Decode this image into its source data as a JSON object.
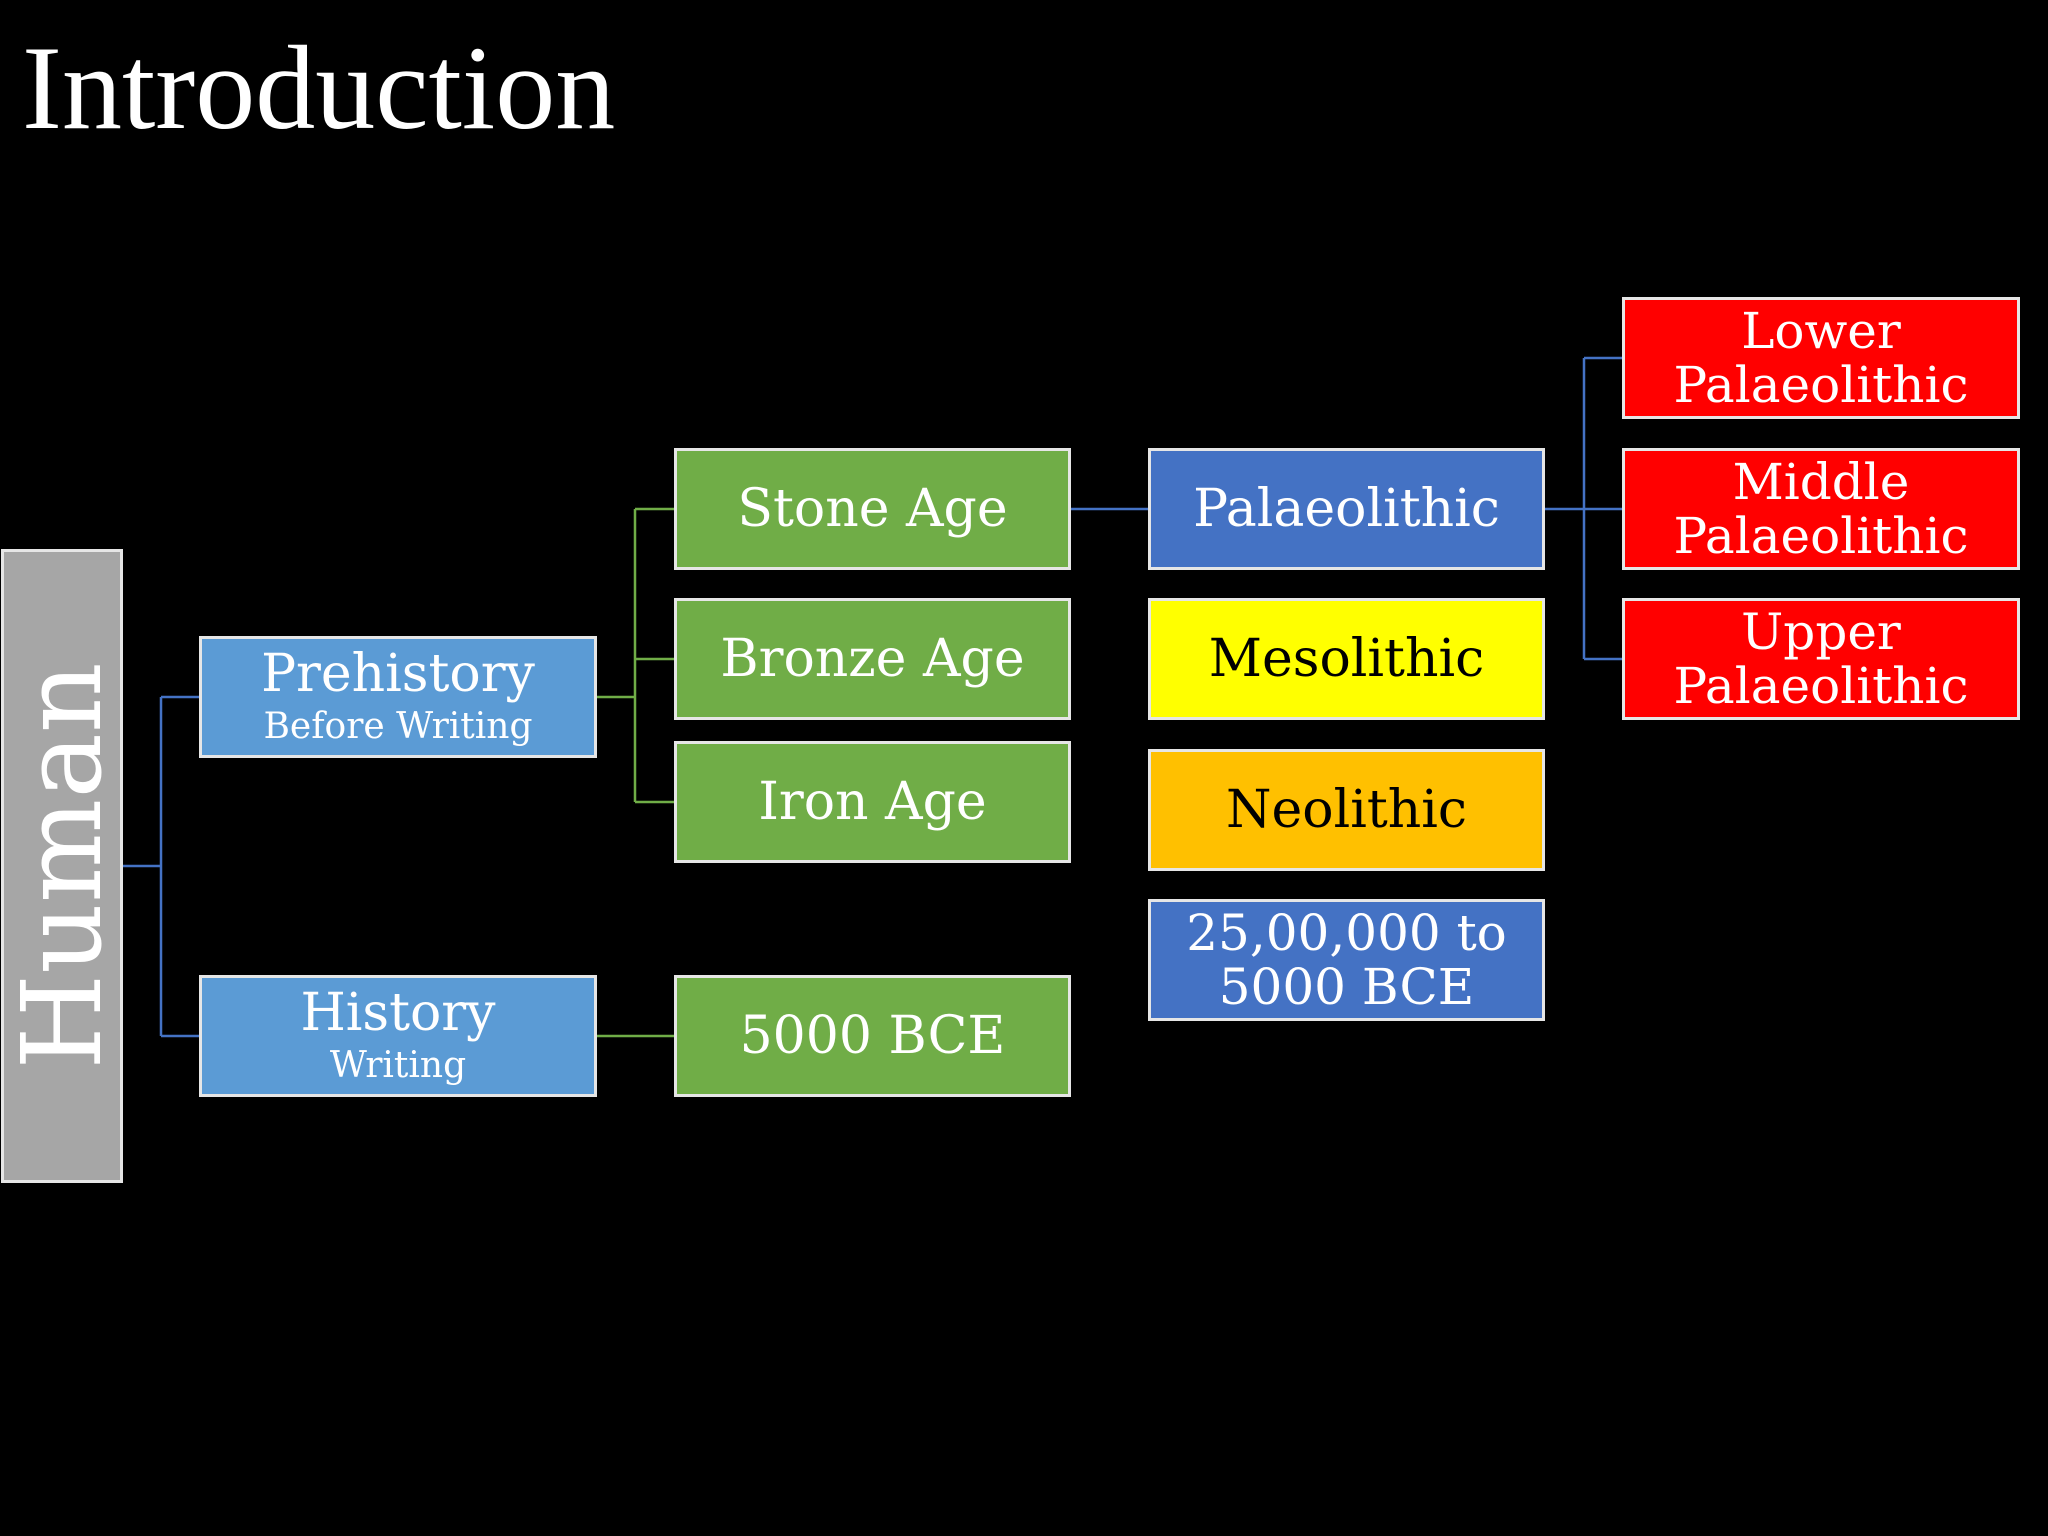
{
  "slide": {
    "title": "Introduction"
  },
  "colors": {
    "background": "#000000",
    "root": "#a6a6a6",
    "era": "#5b9bd5",
    "age": "#70ad47",
    "period": "#4472c4",
    "mesolithic": "#ffff00",
    "neolithic": "#ffc000",
    "palaeolithic_sub": "#ff0000",
    "connector_blue": "#4472c4",
    "connector_green": "#70ad47"
  },
  "diagram": {
    "root": {
      "label": "Human"
    },
    "prehistory": {
      "label": "Prehistory",
      "sub": "Before Writing"
    },
    "history": {
      "label": "History",
      "sub": "Writing"
    },
    "stone_age": {
      "label": "Stone Age"
    },
    "bronze_age": {
      "label": "Bronze Age"
    },
    "iron_age": {
      "label": "Iron Age"
    },
    "history_date": {
      "label": "5000 BCE"
    },
    "palaeolithic": {
      "label": "Palaeolithic"
    },
    "mesolithic": {
      "label": "Mesolithic"
    },
    "neolithic": {
      "label": "Neolithic"
    },
    "date_range": {
      "line1": "25,00,000 to",
      "line2": "5000 BCE"
    },
    "lower_palaeolithic": {
      "line1": "Lower",
      "line2": "Palaeolithic"
    },
    "middle_palaeolithic": {
      "line1": "Middle",
      "line2": "Palaeolithic"
    },
    "upper_palaeolithic": {
      "line1": "Upper",
      "line2": "Palaeolithic"
    }
  }
}
